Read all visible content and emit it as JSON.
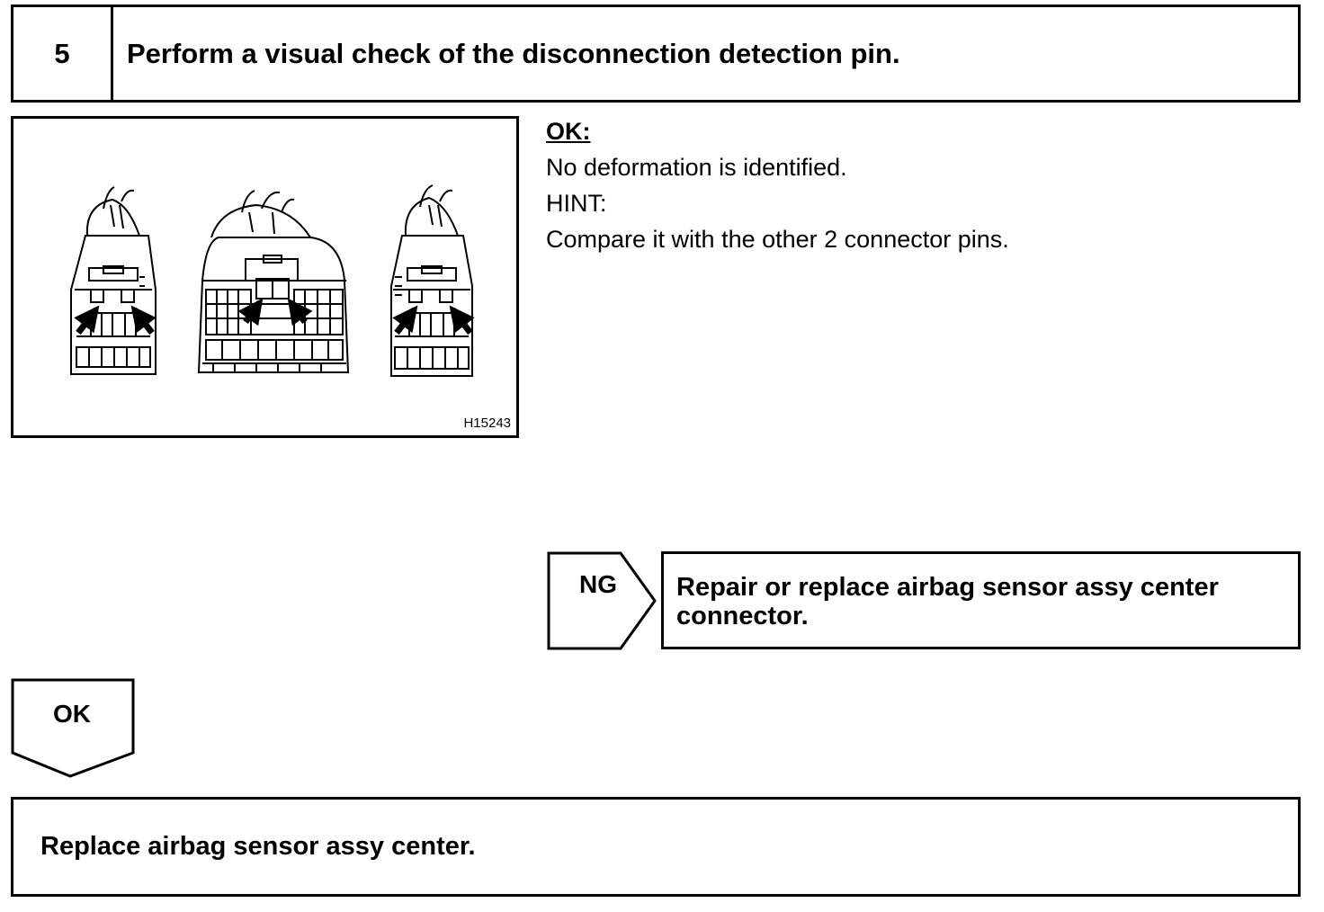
{
  "step": {
    "number": "5",
    "title": "Perform a visual check of the disconnection detection pin."
  },
  "figure": {
    "id": "H15243",
    "icons": [
      "connector-left-icon",
      "connector-center-icon",
      "connector-right-icon",
      "arrow-icon"
    ]
  },
  "criteria": {
    "ok_heading": "OK:",
    "ok_text": "No deformation is identified.",
    "hint_label": "HINT:",
    "hint_text": "Compare it with the other 2 connector pins."
  },
  "ng_branch": {
    "label": "NG",
    "action": "Repair or replace airbag sensor assy center connector."
  },
  "ok_branch": {
    "label": "OK",
    "action": "Replace airbag sensor assy center."
  }
}
